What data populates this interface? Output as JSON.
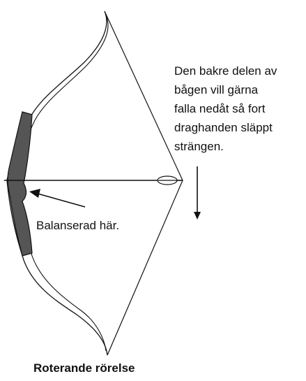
{
  "annotation": {
    "lines": [
      "Den bakre delen av",
      "bågen vill gärna",
      "falla nedåt så fort",
      "draghanden släppt",
      "strängen."
    ]
  },
  "balance_label": "Balanserad här.",
  "caption": "Roterande rörelse",
  "colors": {
    "ink": "#111111",
    "grip_fill": "#555555",
    "background": "#ffffff"
  }
}
